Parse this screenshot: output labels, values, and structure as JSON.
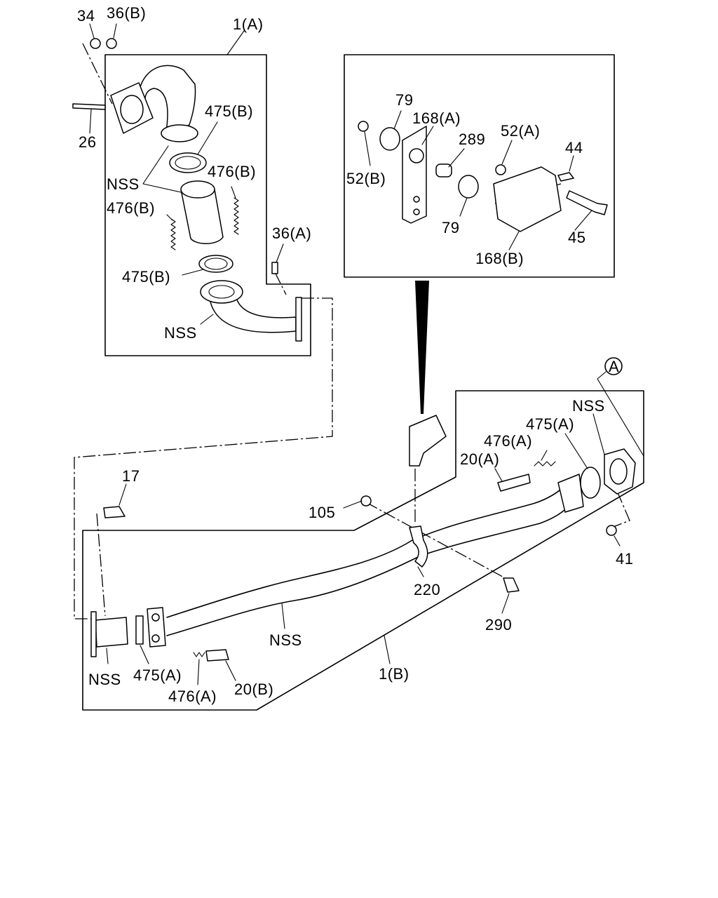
{
  "diagram": {
    "labels": {
      "l34": "34",
      "l36b": "36(B)",
      "l1a": "1(A)",
      "l26": "26",
      "l475b_1": "475(B)",
      "l476b_1": "476(B)",
      "nss_1": "NSS",
      "l476b_2": "476(B)",
      "l475b_2": "475(B)",
      "nss_2": "NSS",
      "l36a": "36(A)",
      "l79_1": "79",
      "l168a": "168(A)",
      "l289": "289",
      "l52a": "52(A)",
      "l44": "44",
      "l52b": "52(B)",
      "l79_2": "79",
      "l45": "45",
      "l168b": "168(B)",
      "circleA": "A",
      "nss_3": "NSS",
      "l475a_1": "475(A)",
      "l476a_1": "476(A)",
      "l20a": "20(A)",
      "l17": "17",
      "l105": "105",
      "l41": "41",
      "l220": "220",
      "l290": "290",
      "nss_4": "NSS",
      "nss_5": "NSS",
      "l475a_2": "475(A)",
      "l476a_2": "476(A)",
      "l20b": "20(B)",
      "l1b": "1(B)"
    }
  }
}
